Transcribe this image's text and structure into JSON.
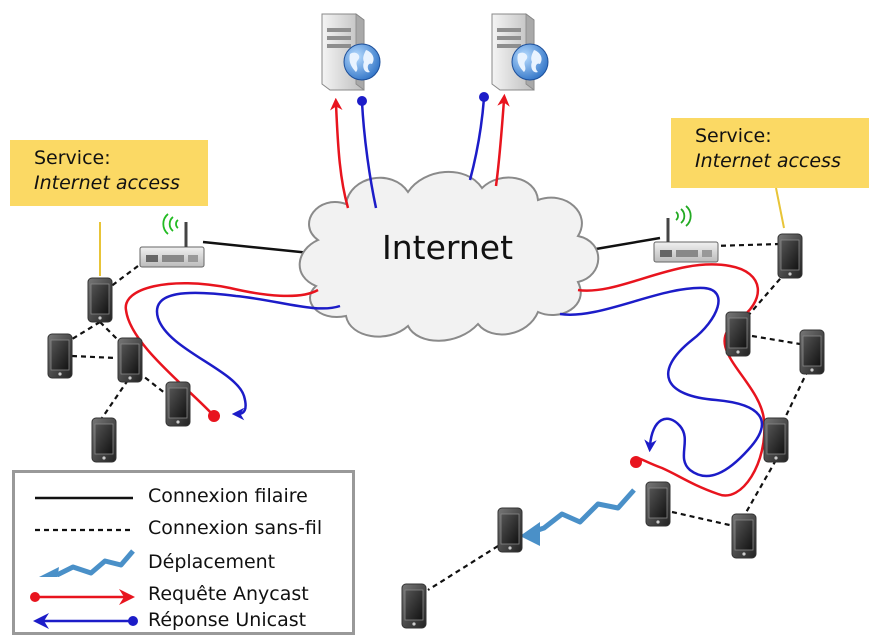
{
  "cloud_label": "Internet",
  "service_left": {
    "line1": "Service:",
    "line2": "Internet access"
  },
  "service_right": {
    "line1": "Service:",
    "line2": "Internet access"
  },
  "legend": {
    "wired": "Connexion filaire",
    "wireless": "Connexion sans-fil",
    "movement": "Déplacement",
    "anycast_request": "Requête Anycast",
    "unicast_response": "Réponse Unicast"
  },
  "colors": {
    "request": "#e8141e",
    "response": "#1c1cc8",
    "movement": "#4a90c8",
    "service_box": "#fbd964",
    "wifi_left": "#22bb22",
    "wifi_right": "#22aa22"
  },
  "icons": [
    "server-icon",
    "globe-icon",
    "router-icon",
    "smartphone-icon",
    "cloud-icon",
    "wifi-icon"
  ]
}
